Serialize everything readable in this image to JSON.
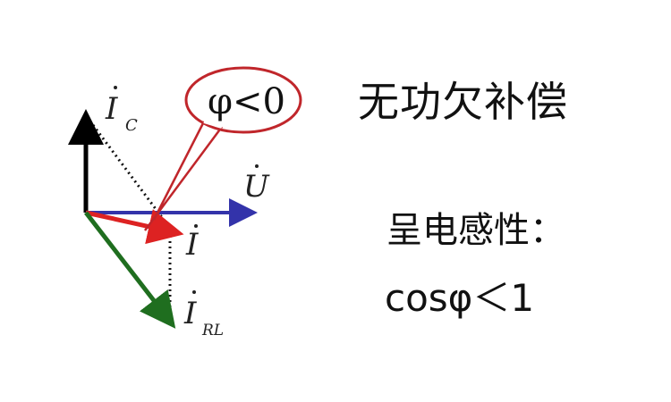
{
  "title": "无功欠补偿",
  "property_label": "呈电感性：",
  "power_factor": "cosφ＜1",
  "diagram": {
    "callout_text": "φ<0",
    "labels": {
      "ic": "I",
      "ic_sub": "C",
      "u": "U",
      "i": "I",
      "irl": "I",
      "irl_sub": "RL"
    },
    "colors": {
      "ic_vector": "#000000",
      "u_vector": "#3333aa",
      "i_vector": "#dd2222",
      "irl_vector": "#1f6e1f",
      "callout": "#c0262b",
      "dotted": "#111111"
    }
  }
}
